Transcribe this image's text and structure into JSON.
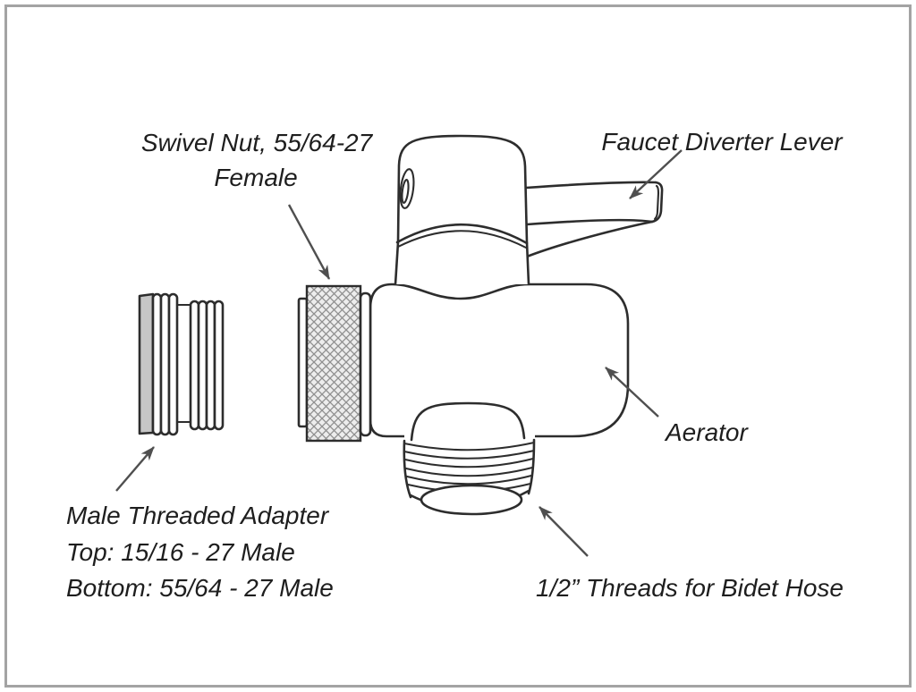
{
  "figure": {
    "colors": {
      "background": "#ffffff",
      "frame": "#a3a3a3",
      "line": "#2d2d2d",
      "arrow": "#4f4f4f",
      "text": "#1e1e1e",
      "adapter_cap": "#c6c6c6",
      "knurl_fill": "#ededed",
      "knurl_hatch": "#8f8f8f"
    },
    "labels": {
      "swivel_nut_line1": "Swivel Nut, 55/64-27",
      "swivel_nut_line2": "Female",
      "faucet_diverter_lever": "Faucet Diverter Lever",
      "aerator": "Aerator",
      "male_adapter_line1": "Male Threaded Adapter",
      "male_adapter_line2": "Top: 15/16 - 27 Male",
      "male_adapter_line3": "Bottom: 55/64 - 27 Male",
      "bidet_hose_threads": "1/2” Threads for Bidet Hose"
    }
  }
}
